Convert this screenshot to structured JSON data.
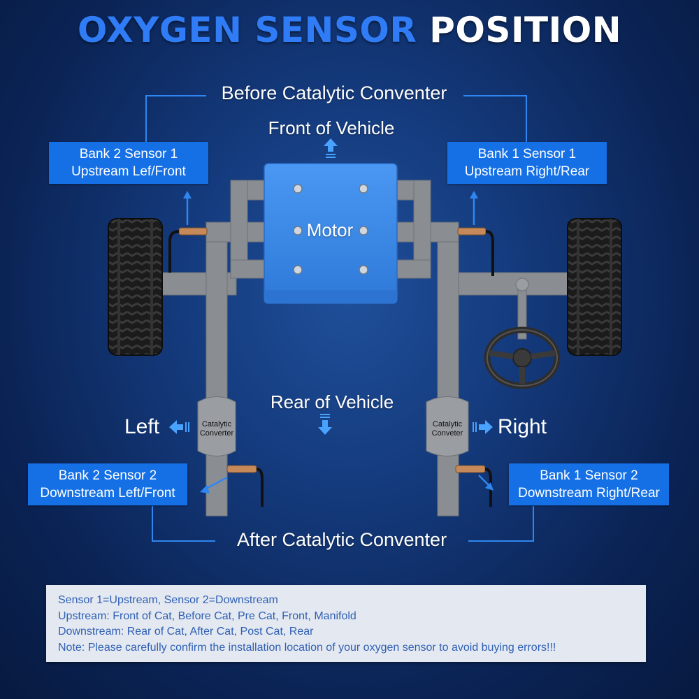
{
  "title": {
    "part1": "OXYGEN SENSOR",
    "part2": "POSITION"
  },
  "labels": {
    "before_cat": "Before Catalytic Conventer",
    "after_cat": "After Catalytic Conventer",
    "front": "Front of Vehicle",
    "rear": "Rear of Vehicle",
    "motor": "Motor",
    "left": "Left",
    "right": "Right",
    "cat_left": [
      "Catalytic",
      "Converter"
    ],
    "cat_right": [
      "Catalytic",
      "Conveter"
    ]
  },
  "sensors": {
    "bank2_sensor1": [
      "Bank 2 Sensor 1",
      "Upstream Lef/Front"
    ],
    "bank1_sensor1": [
      "Bank 1 Sensor 1",
      "Upstream Right/Rear"
    ],
    "bank2_sensor2": [
      "Bank 2 Sensor 2",
      "Downstream Left/Front"
    ],
    "bank1_sensor2": [
      "Bank 1 Sensor 2",
      "Downstream Right/Rear"
    ]
  },
  "notes": [
    "Sensor 1=Upstream, Sensor 2=Downstream",
    "Upstream: Front of Cat, Before Cat, Pre Cat, Front, Manifold",
    "Downstream: Rear of Cat, After Cat, Post Cat, Rear",
    "Note: Please carefully confirm the installation location of your oxygen sensor to avoid buying errors!!!"
  ],
  "colors": {
    "accent_blue": "#1570e6",
    "title_blue": "#2f7cf6",
    "note_text": "#2f5fb3",
    "frame_gray": "#8a8e93",
    "motor_blue": "#3d8ff0"
  },
  "icons": [
    "arrow-up-icon",
    "arrow-down-icon",
    "arrow-left-icon",
    "arrow-right-icon",
    "wheel-icon",
    "steering-wheel-icon",
    "oxygen-sensor-icon"
  ]
}
